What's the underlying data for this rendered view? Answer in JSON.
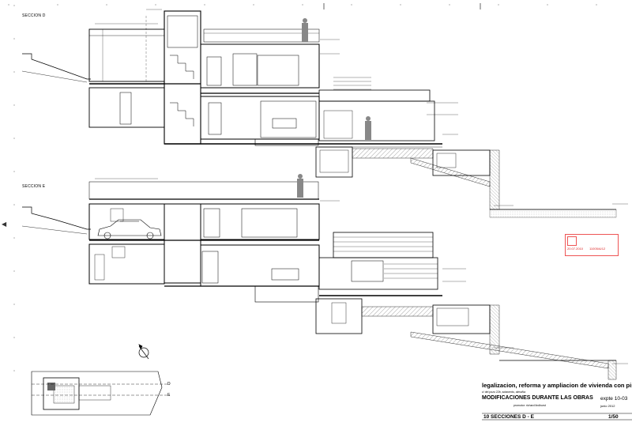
{
  "sections": [
    {
      "label": "SECCION D"
    },
    {
      "label": "SECCION E"
    }
  ],
  "marks": {
    "d": "D",
    "e": "E"
  },
  "stamp": {
    "date": "20.07.2010",
    "code": "11005/A/12"
  },
  "title_block": {
    "project": "legalizacion, reforma y ampliacion de vivienda con piscina",
    "address": "c/ del pozo 22b, sotavento, almuñia",
    "subtitle": "MODIFICACIONES DURANTE LAS OBRAS",
    "expediente": "expte 10-03",
    "promoter": "promotor: richard lindhurst",
    "date": "junio 2012",
    "sheet": "10  SECCIONES D - E",
    "scale": "1/50"
  },
  "colors": {
    "line": "#000000",
    "hatch": "#555555",
    "stamp": "#dd3333"
  }
}
